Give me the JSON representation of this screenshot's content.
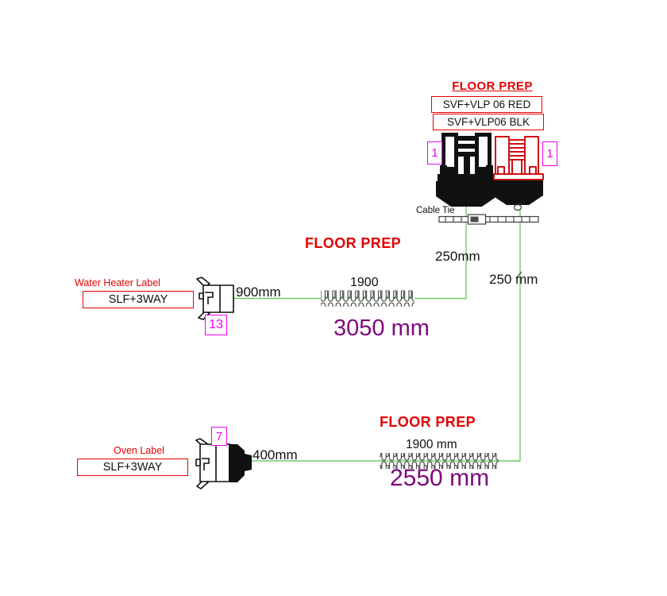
{
  "colors": {
    "red": "#e50000",
    "magenta": "#ee00ee",
    "purple": "#7d087d",
    "green": "#6ecc6e",
    "ink": "#111111"
  },
  "top_assembly": {
    "title": "FLOOR PREP",
    "part_label_red": "SVF+VLP 06 RED",
    "part_label_blk": "SVF+VLP06 BLK",
    "ref_left": "1",
    "ref_right": "1",
    "cable_tie_label": "Cable Tie"
  },
  "drops": {
    "left": "250mm",
    "right": "250 mm"
  },
  "water_heater_branch": {
    "floor_prep": "FLOOR PREP",
    "label_title": "Water Heater Label",
    "part_label": "SLF+3WAY",
    "connector_ref": "13",
    "dim_lead": "900mm",
    "dim_tube": "1900",
    "dim_total": "3050 mm"
  },
  "oven_branch": {
    "floor_prep": "FLOOR PREP",
    "label_title": "Oven Label",
    "part_label": "SLF+3WAY",
    "connector_ref": "7",
    "dim_lead": "400mm",
    "dim_tube": "1900 mm",
    "dim_total": "2550 mm"
  }
}
